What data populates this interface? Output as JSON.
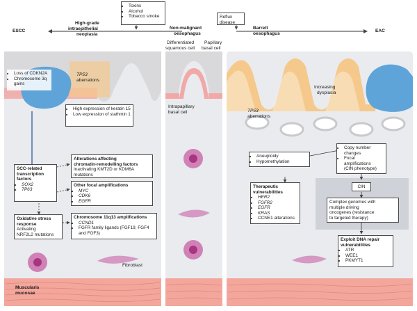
{
  "top": {
    "escc": "ESCC",
    "hg_neoplasia": [
      "High-grade",
      "intraepithelial",
      "neoplasia"
    ],
    "risk_factors": [
      "Toxins",
      "Alcohol",
      "Tobacco smoke"
    ],
    "non_malignant": [
      "Non-malignant",
      "oesophagus"
    ],
    "reflux": [
      "Reflux",
      "disease"
    ],
    "barrett": [
      "Barrett",
      "oesophagus"
    ],
    "eac": "EAC"
  },
  "left": {
    "cdkn2a": [
      "Loss of CDKN2A",
      "Chromosome 3q",
      "gains"
    ],
    "tp53": [
      "TP53",
      "aberrations"
    ],
    "keratin": [
      "High expression of keratin 15",
      "Low expression of stathmin 1"
    ],
    "scc_tf": {
      "title": [
        "SCC-related",
        "transcription",
        "factors"
      ],
      "items": [
        "SOX2",
        "TP63"
      ]
    },
    "chromatin": {
      "title": [
        "Alterations affecting",
        "chromatin-remodelling factors"
      ],
      "body": [
        "Inactivating KMT2D or KDM6A",
        "mutations"
      ]
    },
    "focal": {
      "title": "Other focal amplifications",
      "items": [
        "MYC",
        "CDK6",
        "EGFR"
      ]
    },
    "chr11": {
      "title": "Chromosome 11q13 amplifications",
      "items": [
        "CCND1",
        "FGFR family ligands (FGF19, FGF4",
        "and FGF3)"
      ]
    },
    "oxidative": {
      "title": [
        "Oxidative stress",
        "response"
      ],
      "body": [
        "Activating",
        "NRF2L2 mutations"
      ]
    },
    "fibroblast": "Fibroblast",
    "muscularis": [
      "Muscularis",
      "mucosae"
    ]
  },
  "middle": {
    "diff_cell": [
      "Differentiated",
      "squamous cell"
    ],
    "papillary": [
      "Papillary",
      "basal cell"
    ],
    "intrapapillary": [
      "Intrapapillary",
      "basal cell"
    ]
  },
  "right": {
    "dysplasia": [
      "Increasing",
      "dysplasia"
    ],
    "tp53": [
      "TP53",
      "aberrations"
    ],
    "aneuploidy": [
      "Aneuploidy",
      "Hypomethylation"
    ],
    "copy_number": [
      "Copy number",
      "changes",
      "Focal",
      "amplifications",
      "(CIN phenotype)"
    ],
    "cin": "CIN",
    "therapeutic": {
      "title": [
        "Therapeutic",
        "vulnerabilities"
      ],
      "items": [
        "HER2",
        "FGFR2",
        "EGFR",
        "KRAS",
        "CCNE1 alterations"
      ]
    },
    "complex": [
      "Complex genomes with",
      "multiple driving",
      "oncogenes (resistance",
      "to targeted therapy)"
    ],
    "dna_repair": {
      "title": [
        "Exploit DNA repair",
        "vulnerabilities"
      ],
      "items": [
        "ATR",
        "WEE1",
        "PKMYT1"
      ]
    }
  },
  "colors": {
    "squamous": "#d9d9dc",
    "basal": "#f1a9a7",
    "tumour_blue": "#5ea4d8",
    "columnar": "#f5c98c",
    "panel": "#e9ebef",
    "muscle": "#f3a79c",
    "cell_purple": "#c4569f"
  }
}
